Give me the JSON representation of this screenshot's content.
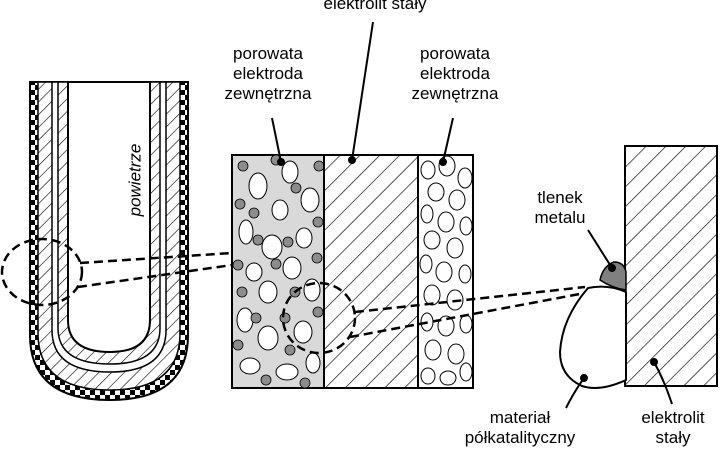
{
  "labels": {
    "top_electrolyte": "elektrolit stały",
    "outer_electrode_left": [
      "porowata",
      "elektroda",
      "zewnętrzna"
    ],
    "outer_electrode_right": [
      "porowata",
      "elektroda",
      "zewnętrzna"
    ],
    "air": "powietrze",
    "metal_oxide": [
      "tlenek",
      "metalu"
    ],
    "semicatalytic_material": [
      "materiał",
      "półkatalityczny"
    ],
    "bottom_electrolyte": [
      "elektrolit",
      "stały"
    ]
  },
  "colors": {
    "line": "#000000",
    "porous_fill": "#d9d9d9",
    "particle_fill": "#ffffff",
    "dot_fill": "#8c8c8c",
    "oxide_fill": "#808080"
  }
}
